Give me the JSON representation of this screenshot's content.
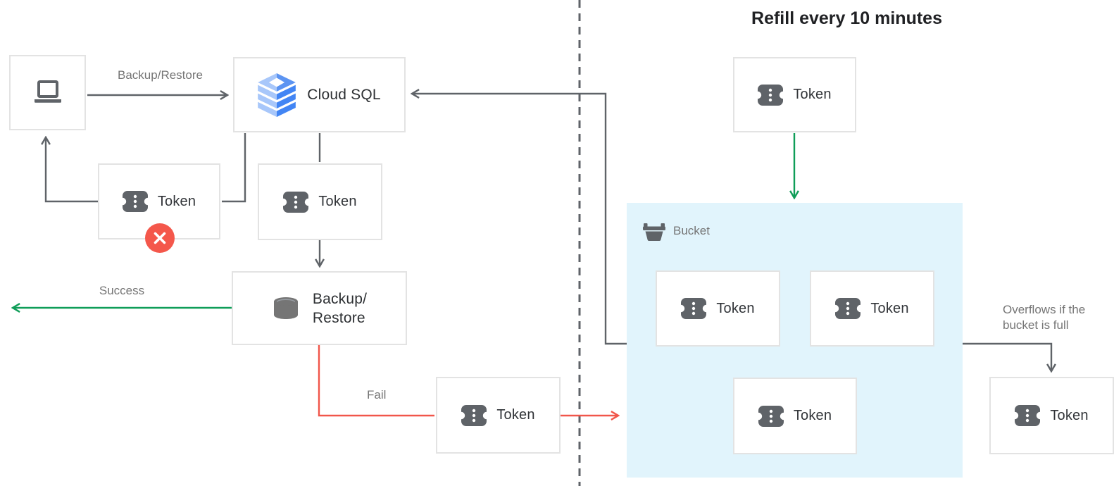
{
  "title": "Refill every 10 minutes",
  "nodes": {
    "client": {
      "icon": "laptop-icon"
    },
    "cloud_sql": {
      "label": "Cloud SQL",
      "icon": "cloud-sql-icon"
    },
    "backup_restore": {
      "label_line1": "Backup/",
      "label_line2": "Restore",
      "icon": "database-icon"
    },
    "token": {
      "label": "Token",
      "icon": "token-icon"
    },
    "bucket": {
      "label": "Bucket",
      "icon": "bucket-icon"
    },
    "rejected_token_marker": "x-badge"
  },
  "edges": {
    "backup_restore_label": "Backup/Restore",
    "success_label": "Success",
    "fail_label": "Fail",
    "overflow_label_line1": "Overflows if the",
    "overflow_label_line2": "bucket is full"
  },
  "colors": {
    "success_green": "#0F9D58",
    "fail_red": "#F1564A",
    "connector_gray": "#5F6368",
    "label_gray": "#757575",
    "bucket_fill": "#E1F4FC",
    "box_border": "#E3E3E3",
    "icon_dark": "#5F6368",
    "database_gray": "#757575",
    "cloud_sql_blue": "#4285F4",
    "cloud_sql_light_blue": "#A8C7FA",
    "text_dark": "#313438"
  }
}
